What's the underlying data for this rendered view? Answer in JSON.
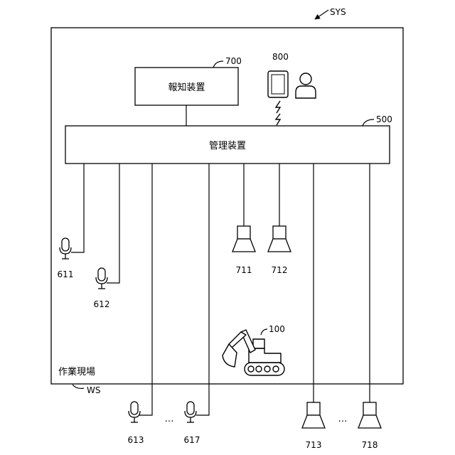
{
  "system": {
    "label": "SYS"
  },
  "worksite": {
    "label": "作業現場",
    "ref": "WS"
  },
  "notifier": {
    "label": "報知装置",
    "ref": "700"
  },
  "terminal": {
    "ref": "800"
  },
  "manager": {
    "label": "管理装置",
    "ref": "500"
  },
  "excavator": {
    "ref": "100"
  },
  "microphones": [
    {
      "id": "611"
    },
    {
      "id": "612"
    },
    {
      "id": "613"
    },
    {
      "id": "617"
    }
  ],
  "speakers": [
    {
      "id": "711"
    },
    {
      "id": "712"
    },
    {
      "id": "713"
    },
    {
      "id": "718"
    }
  ],
  "ellipsis": "…"
}
